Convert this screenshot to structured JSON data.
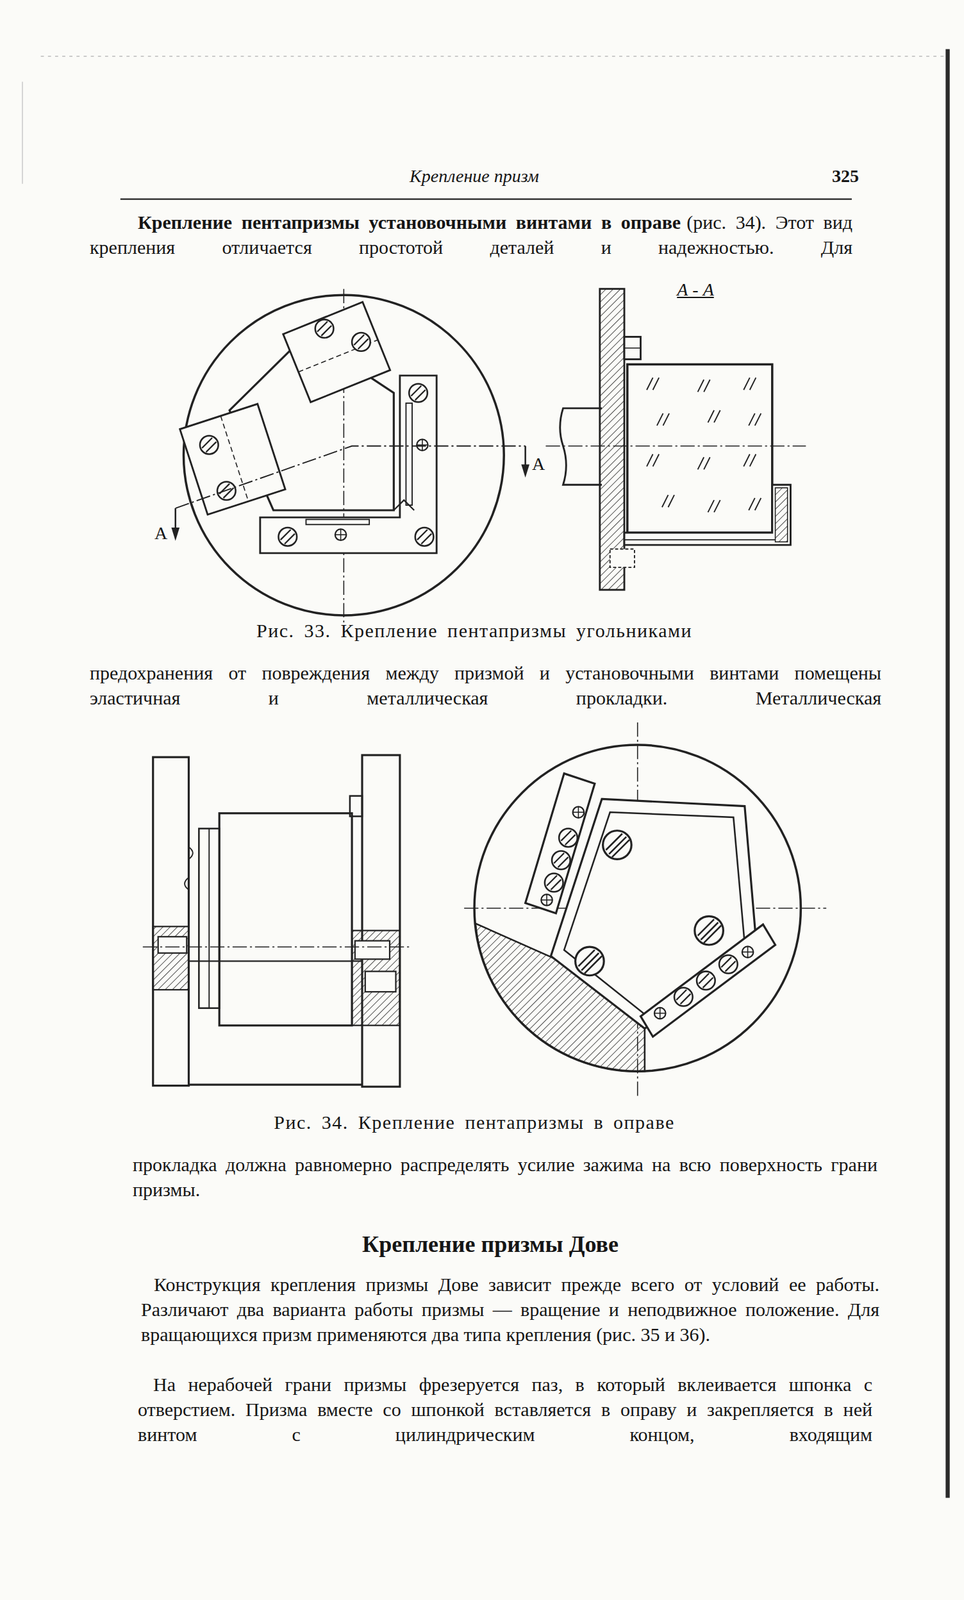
{
  "diagram": {
    "labels": [
      "Крепление призм",
      "325",
      "Крепление пентапризмы установочными винтами в оправе",
      "(рис. 34). Этот вид крепления отличается простотой деталей и надежностью. Для",
      "А - А",
      "А",
      "А",
      "Рис. 33. Крепление пентапризмы угольниками",
      "предохранения от повреждения между призмой и установочными винтами помещены эластичная и металлическая прокладки. Металлическая",
      "Рис. 34. Крепление пентапризмы в оправе",
      "прокладка должна равномерно распределять усилие зажима на всю поверхность грани призмы.",
      "Крепление призмы Дове",
      "Конструкция крепления призмы Дове зависит прежде всего от условий ее работы. Различают два варианта работы призмы — вращение и неподвижное положение. Для вращающихся призм применяются два типа крепления (рис. 35 и 36).",
      "На нерабочей грани призмы фрезеруется паз, в который вклеивается шпонка с отверстием. Призма вместе со шпонкой вставляется в оправу и закрепляется в ней винтом с цилиндрическим концом, входящим"
    ]
  }
}
